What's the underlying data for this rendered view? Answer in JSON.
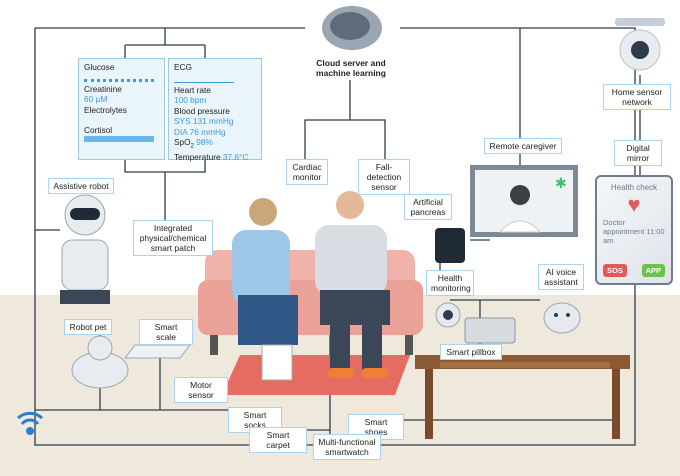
{
  "cloud": {
    "label": "Cloud server and machine learning"
  },
  "panel_left": {
    "glucose": "Glucose",
    "creatinine": "Creatinine",
    "creatinine_value": "60 µM",
    "electrolytes": "Electrolytes",
    "cortisol": "Cortisol"
  },
  "panel_right": {
    "ecg": "ECG",
    "heart_rate": "Heart rate",
    "heart_rate_value": "100 bpm",
    "bp": "Blood pressure",
    "sys": "SYS 131 mmHg",
    "dia": "DIA 76 mmHg",
    "spo2": "SpO",
    "spo2_sub": "2",
    "spo2_value": "98%",
    "temperature": "Temperature",
    "temperature_value": "37.6°C"
  },
  "labels": {
    "home_sensor": "Home sensor network",
    "digital_mirror": "Digital mirror",
    "remote_caregiver": "Remote caregiver",
    "cardiac": "Cardiac monitor",
    "fall": "Fall-detection sensor",
    "pancreas": "Artificial pancreas",
    "assistive_robot": "Assistive robot",
    "smart_patch": "Integrated physical/chemical smart patch",
    "health_monitoring": "Health monitoring",
    "ai_voice": "AI voice assistant",
    "robot_pet": "Robot pet",
    "smart_scale": "Smart scale",
    "pillbox": "Smart pillbox",
    "motor_sensor": "Motor sensor",
    "smart_socks": "Smart socks",
    "smart_shoes": "Smart shoes",
    "smart_carpet": "Smart carpet",
    "smartwatch": "Multi-functional smartwatch"
  },
  "mirror": {
    "title": "Health check",
    "appointment": "Doctor appointment 11:00 am",
    "sos": "SOS",
    "app": "APP",
    "sos_color": "#e05a5a",
    "app_color": "#6cc24a"
  },
  "colors": {
    "accent": "#3b9be0",
    "line": "#2f3b4a",
    "panel_border": "#9ccbe8"
  }
}
